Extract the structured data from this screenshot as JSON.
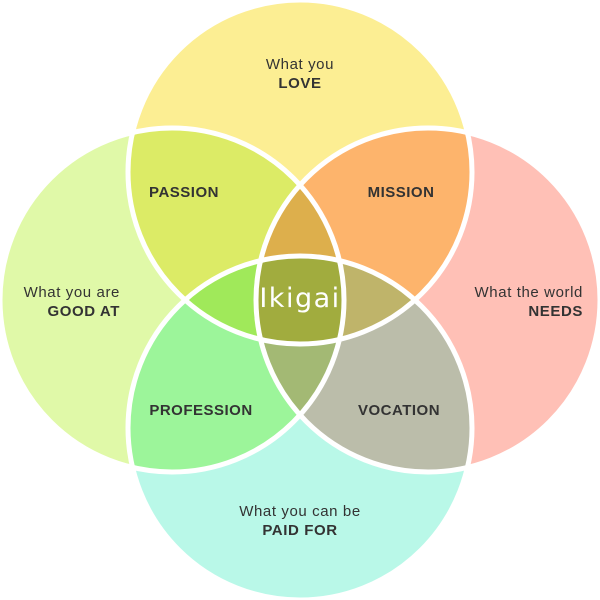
{
  "circles": {
    "love": {
      "line1": "What you",
      "line2": "LOVE",
      "color": "#FCEE93"
    },
    "good_at": {
      "line1": "What you are",
      "line2": "GOOD AT",
      "color": "#E0F9A8"
    },
    "world_needs": {
      "line1": "What the world",
      "line2": "NEEDS",
      "color": "#FFC0B6"
    },
    "paid_for": {
      "line1": "What you can be",
      "line2": "PAID FOR",
      "color": "#B9F8E8"
    }
  },
  "regions": {
    "passion": {
      "label": "PASSION",
      "color": "#DCEB66"
    },
    "mission": {
      "label": "MISSION",
      "color": "#FDB46C"
    },
    "profession": {
      "label": "PROFESSION",
      "color": "#9CF59A"
    },
    "vocation": {
      "label": "VOCATION",
      "color": "#BBBDAA"
    }
  },
  "triples": {
    "top": "#DDAF4C",
    "left": "#A0E95A",
    "right": "#BFB46A",
    "bottom": "#A3B974"
  },
  "center": {
    "label": "Ikigai",
    "color": "#A1AC3E"
  },
  "outline_color": "#ffffff"
}
